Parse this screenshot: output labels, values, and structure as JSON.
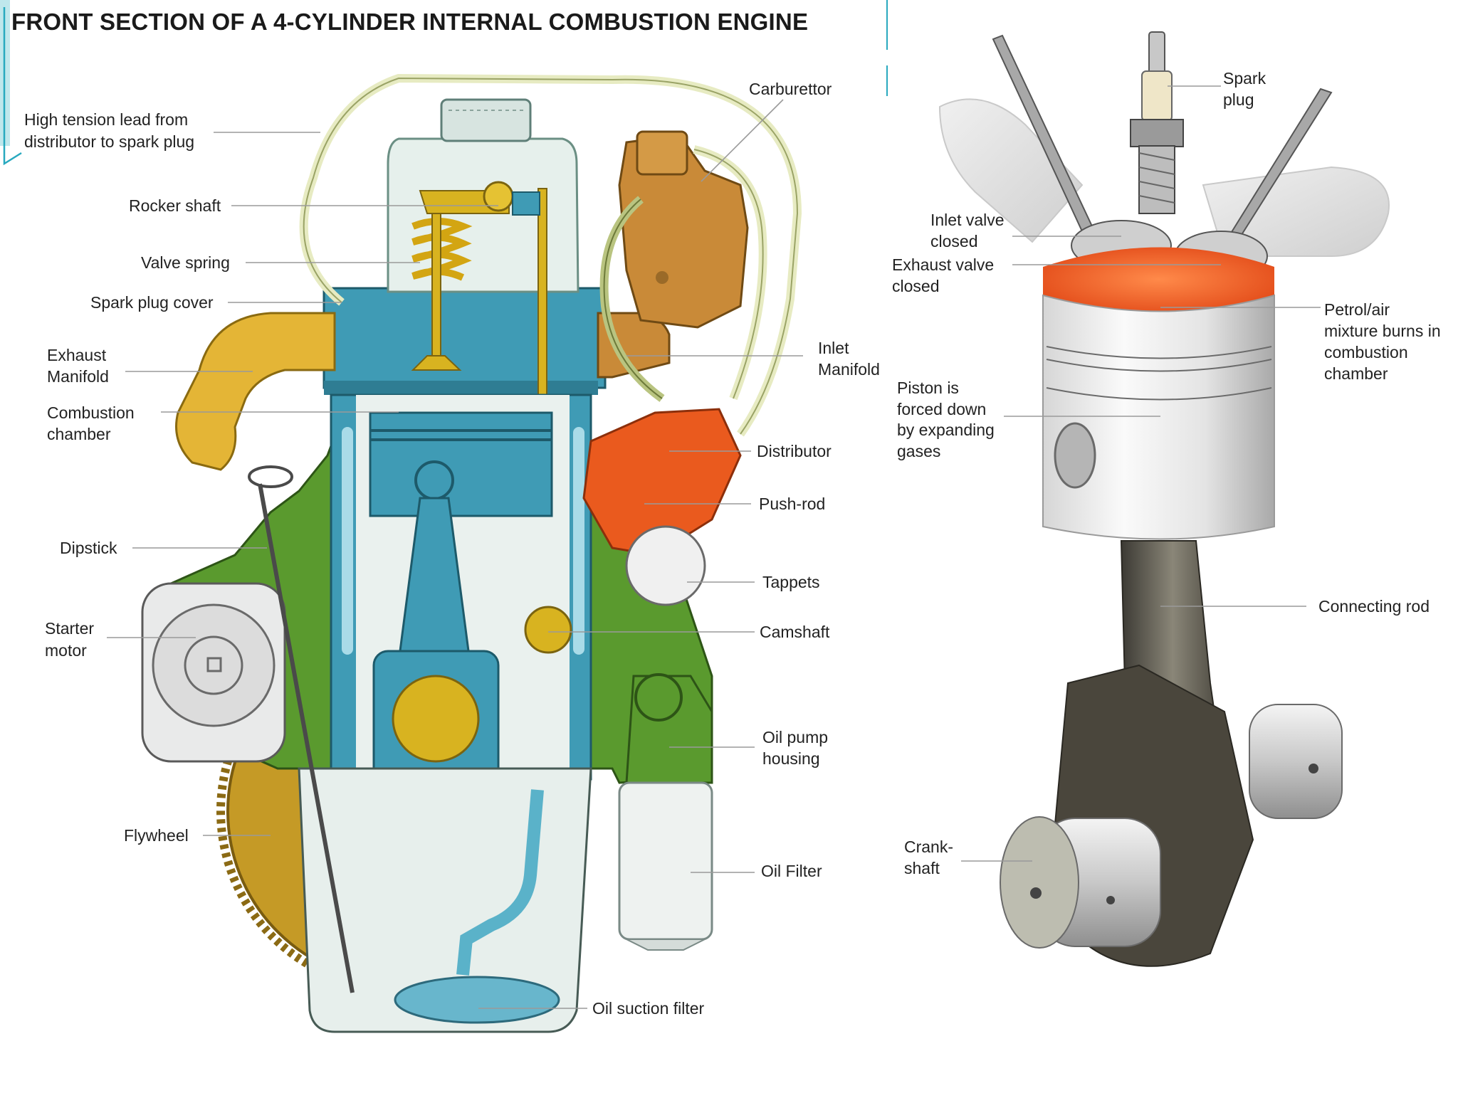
{
  "title": "FRONT SECTION OF A 4-CYLINDER INTERNAL COMBUSTION ENGINE",
  "engine_labels": {
    "high_tension_lead": [
      "High tension lead from",
      "distributor to spark plug"
    ],
    "rocker_shaft": "Rocker shaft",
    "valve_spring": "Valve spring",
    "spark_plug_cover": "Spark plug cover",
    "exhaust_manifold": [
      "Exhaust",
      "Manifold"
    ],
    "combustion_chamber": [
      "Combustion",
      "chamber"
    ],
    "dipstick": "Dipstick",
    "starter_motor": [
      "Starter",
      "motor"
    ],
    "flywheel": "Flywheel",
    "carburettor": "Carburettor",
    "inlet_manifold": [
      "Inlet",
      "Manifold"
    ],
    "distributor": "Distributor",
    "push_rod": "Push-rod",
    "tappets": "Tappets",
    "camshaft": "Camshaft",
    "oil_pump_housing": [
      "Oil pump",
      "housing"
    ],
    "oil_filter": "Oil Filter",
    "oil_suction_filter": "Oil suction filter"
  },
  "piston_labels": {
    "spark_plug": [
      "Spark",
      "plug"
    ],
    "inlet_valve": [
      "Inlet valve",
      "closed"
    ],
    "exhaust_valve": [
      "Exhaust valve",
      "closed"
    ],
    "petrol_air": [
      "Petrol/air",
      "mixture burns in",
      "combustion",
      "chamber"
    ],
    "piston": [
      "Piston is",
      "forced down",
      "by expanding",
      "gases"
    ],
    "connecting_rod": "Connecting rod",
    "crankshaft": [
      "Crank-",
      "shaft"
    ]
  },
  "colors": {
    "engine_green": "#5a9a2e",
    "coolant_blue": "#3f9bb5",
    "brass_yellow": "#d8b320",
    "distributor_orange": "#ea5a1e",
    "carburettor_tan": "#c98a38",
    "combustion_glow": "#f0622a"
  }
}
